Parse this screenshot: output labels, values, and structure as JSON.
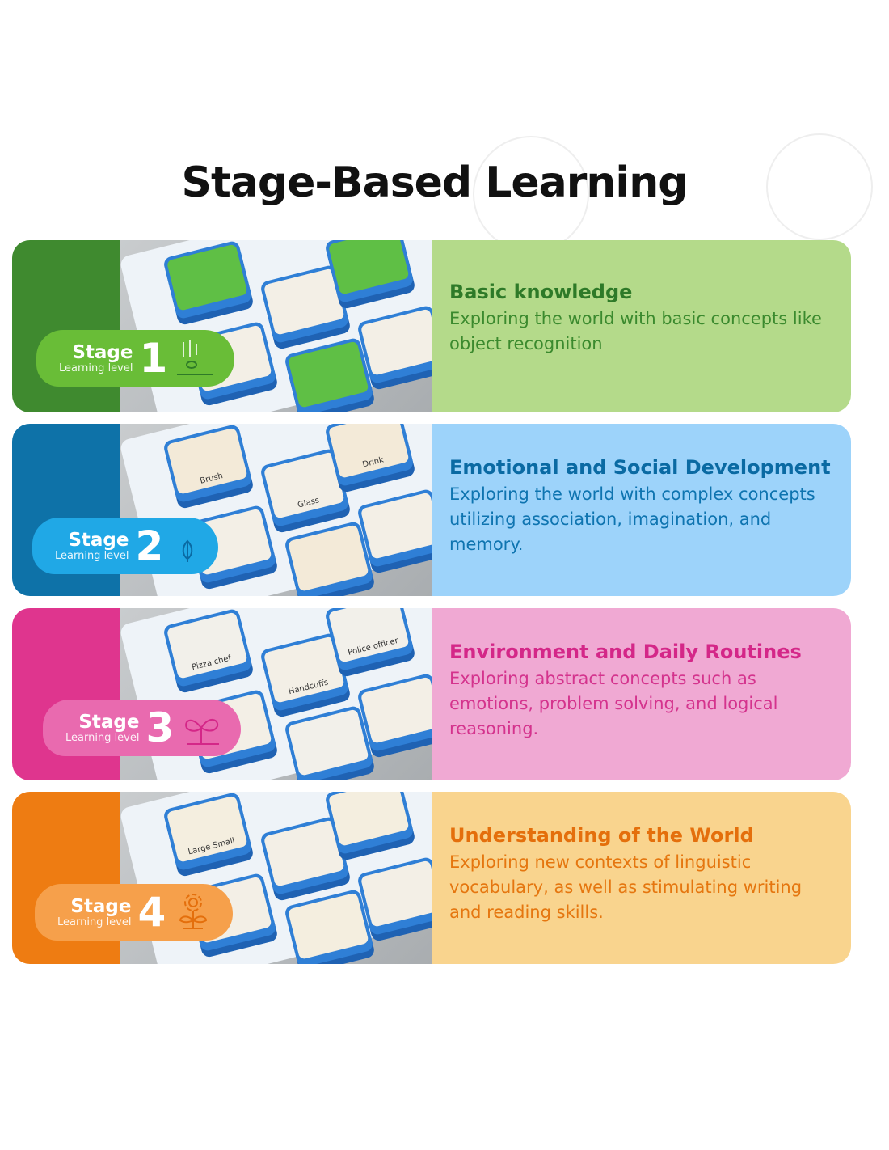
{
  "heading": "Stage-Based Learning",
  "stages": [
    {
      "stage_label": "Stage",
      "number": "1",
      "level_label": "Learning level",
      "title": "Basic knowledge",
      "description": "Exploring the world with basic concepts like object recognition",
      "tiles": [],
      "colors": {
        "strip": "#3f8a2f",
        "badge": "#69bd37",
        "panel": "#b4da8a",
        "title": "#2e7a28",
        "text": "#3b8a2e",
        "tile_face": "#5fbf45"
      },
      "icon": "sprout-seed-icon"
    },
    {
      "stage_label": "Stage",
      "number": "2",
      "level_label": "Learning level",
      "title": "Emotional and Social Development",
      "description": "Exploring the world with complex concepts utilizing association, imagination, and memory.",
      "tiles": [
        "Brush",
        "Glass",
        "Drink"
      ],
      "colors": {
        "strip": "#0e72a8",
        "badge": "#20a8e6",
        "panel": "#9dd3fa",
        "title": "#0a6aa3",
        "text": "#0e74b0",
        "tile_face": "#f3ead8"
      },
      "icon": "leaf-icon"
    },
    {
      "stage_label": "Stage",
      "number": "3",
      "level_label": "Learning level",
      "title": "Environment and Daily Routines",
      "description": "Exploring abstract concepts such as emotions, problem solving, and logical reasoning.",
      "tiles": [
        "Pizza chef",
        "Handcuffs",
        "Police officer"
      ],
      "colors": {
        "strip": "#df358e",
        "badge": "#e96aaf",
        "panel": "#f0a9d3",
        "title": "#d42788",
        "text": "#d4338d",
        "tile_face": "#f2f0ea"
      },
      "icon": "two-leaf-plant-icon"
    },
    {
      "stage_label": "Stage",
      "number": "4",
      "level_label": "Learning level",
      "title": "Understanding of the World",
      "description": "Exploring new contexts of linguistic vocabulary, as well as stimulating writing and reading skills.",
      "tiles": [
        "Large Small"
      ],
      "colors": {
        "strip": "#ee7c12",
        "badge": "#f6a04b",
        "panel": "#f9d48e",
        "title": "#e46f0c",
        "text": "#e5760f",
        "tile_face": "#f4eedf"
      },
      "icon": "flower-icon"
    }
  ]
}
